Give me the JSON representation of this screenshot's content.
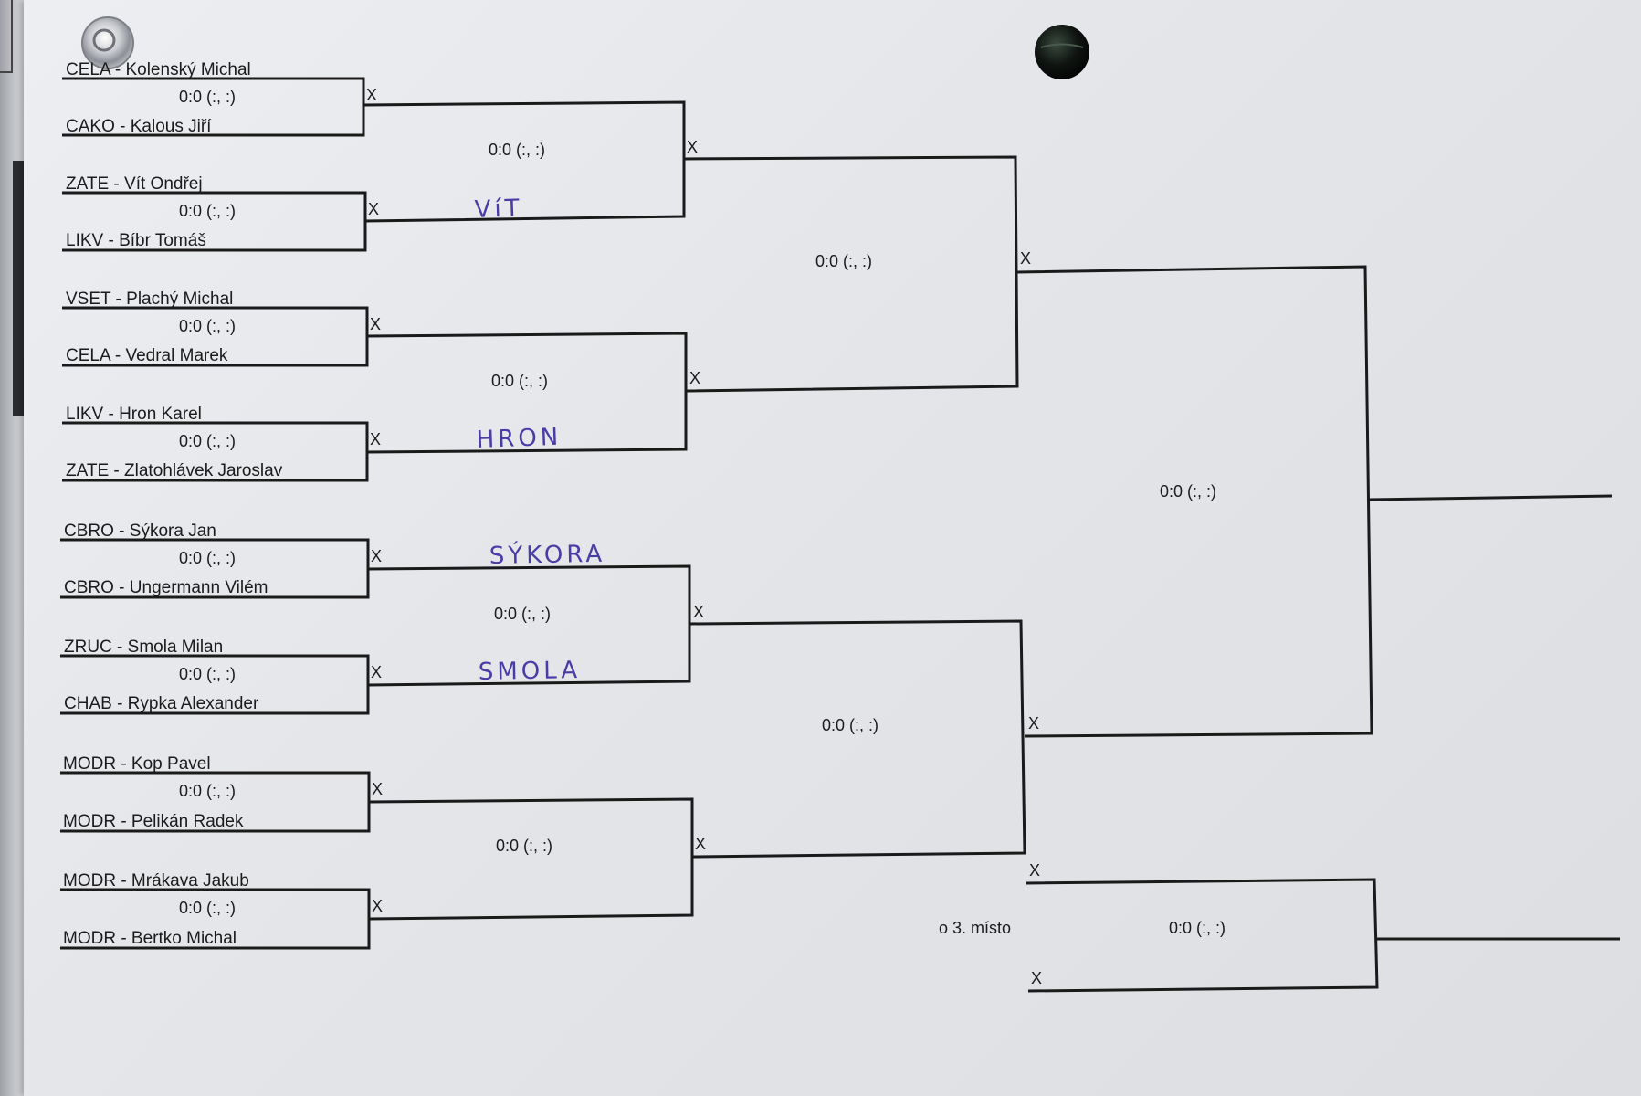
{
  "round1": [
    {
      "top": "CELA -  Kolenský Michal",
      "bottom": "CAKO -  Kalous Jiří",
      "score": "0:0  (:, :)"
    },
    {
      "top": "ZATE -  Vít Ondřej",
      "bottom": "LIKV -  Bíbr Tomáš",
      "score": "0:0  (:, :)"
    },
    {
      "top": "VSET -  Plachý Michal",
      "bottom": "CELA -  Vedral Marek",
      "score": "0:0  (:, :)"
    },
    {
      "top": "LIKV -  Hron Karel",
      "bottom": "ZATE -  Zlatohlávek Jaroslav",
      "score": "0:0  (:, :)"
    },
    {
      "top": "CBRO -  Sýkora Jan",
      "bottom": "CBRO -  Ungermann Vilém",
      "score": "0:0  (:, :)"
    },
    {
      "top": "ZRUC -  Smola Milan",
      "bottom": "CHAB -  Rypka Alexander",
      "score": "0:0  (:, :)"
    },
    {
      "top": "MODR -  Kop Pavel",
      "bottom": "MODR -  Pelikán Radek",
      "score": "0:0  (:, :)"
    },
    {
      "top": "MODR -  Mrákava Jakub",
      "bottom": "MODR -  Bertko Michal",
      "score": "0:0  (:, :)"
    }
  ],
  "round2_scores": [
    "0:0  (:, :)",
    "0:0  (:, :)",
    "0:0  (:, :)",
    "0:0  (:, :)"
  ],
  "round3_scores": [
    "0:0  (:, :)",
    "0:0  (:, :)"
  ],
  "final_score": "0:0  (:, :)",
  "third_place": {
    "label": "o 3. místo",
    "score": "0:0  (:, :)"
  },
  "slot_marker": "X",
  "handwritten": [
    "VíT",
    "HRON",
    "SÝKORA",
    "SMOLA"
  ],
  "colors": {
    "ink": "#1a1a1a",
    "pen": "#4a3ca6",
    "paper": "#e6e8ec"
  }
}
